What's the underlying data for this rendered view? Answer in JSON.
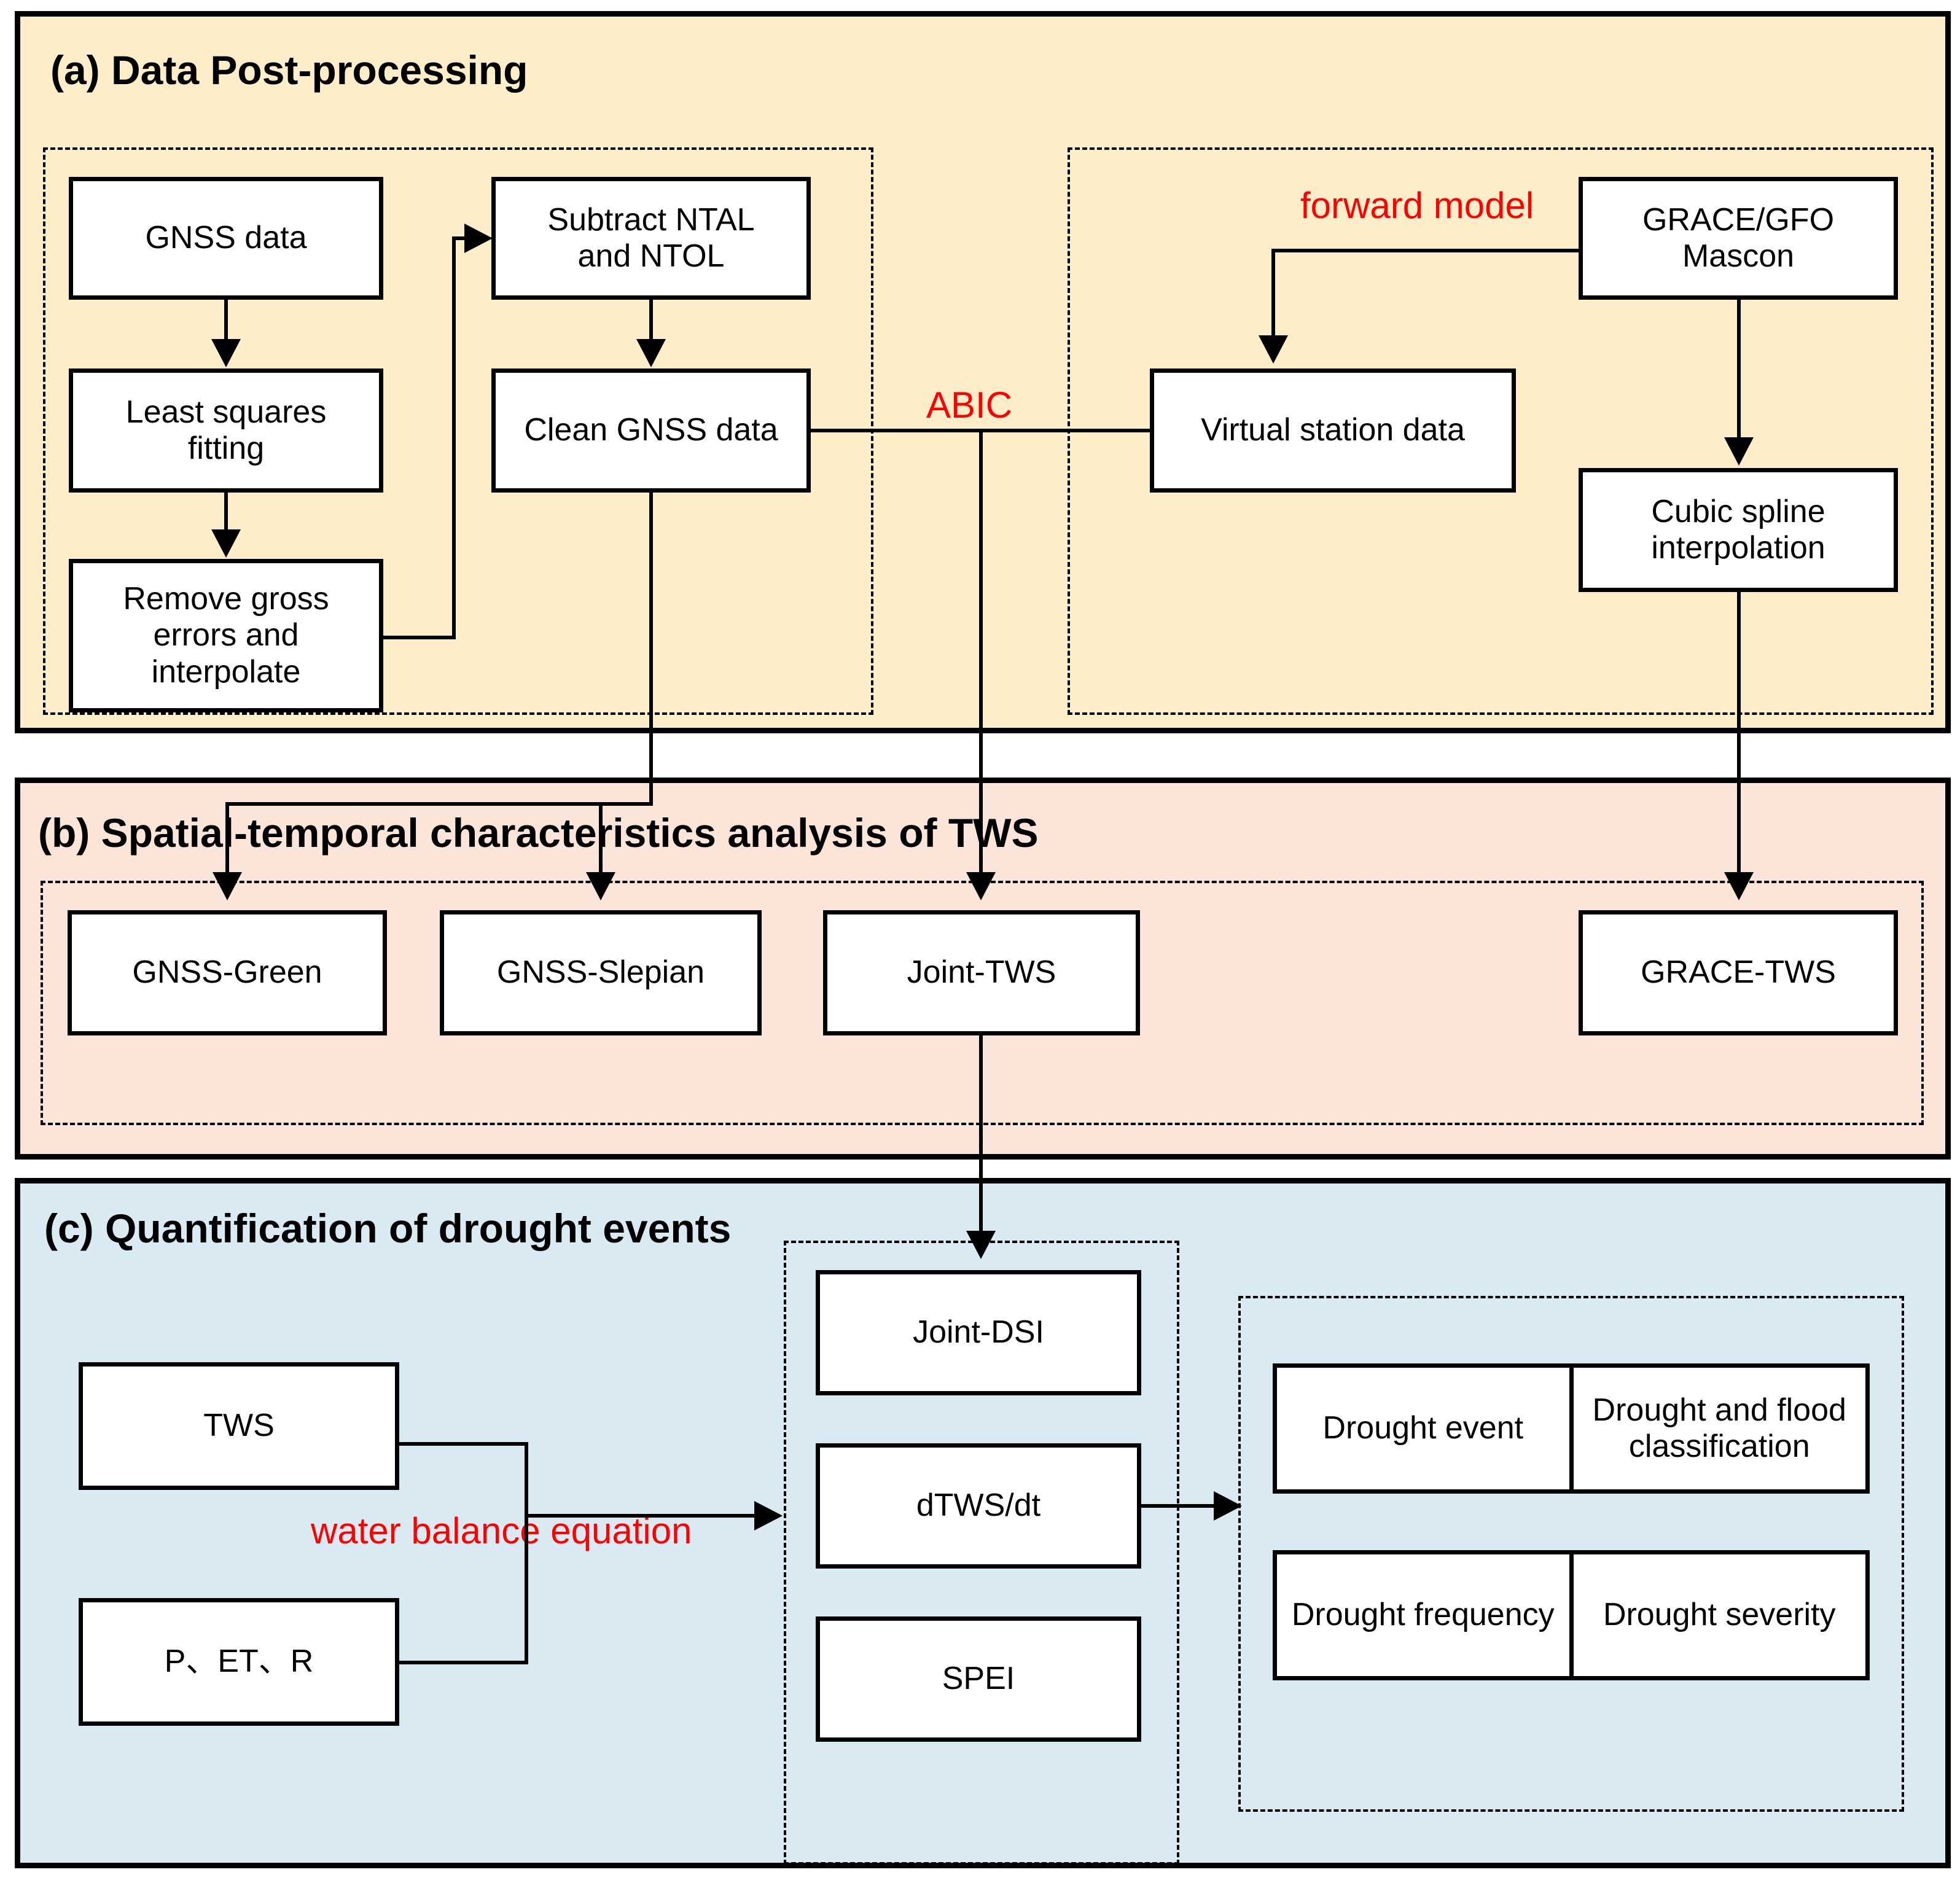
{
  "figure": {
    "kind": "flowchart",
    "panels": [
      {
        "id": "a",
        "title": "(a) Data Post-processing",
        "fill": "#fdedc9",
        "nodes": [
          "GNSS data",
          "Subtract NTAL and NTOL",
          "Least squares fitting",
          "Clean GNSS data",
          "Remove gross errors and interpolate",
          "GRACE/GFO Mascon",
          "Virtual station data",
          "Cubic spline interpolation"
        ],
        "edge_labels": [
          "forward model",
          "ABIC"
        ]
      },
      {
        "id": "b",
        "title": "(b) Spatial-temporal characteristics analysis of TWS",
        "fill": "#fbe5d8",
        "nodes": [
          "GNSS-Green",
          "GNSS-Slepian",
          "Joint-TWS",
          "GRACE-TWS"
        ],
        "edge_labels": []
      },
      {
        "id": "c",
        "title": "(c) Quantification of drought events",
        "fill": "#d9eaf2",
        "nodes": [
          "TWS",
          "P、ET、R",
          "Joint-DSI",
          "dTWS/dt",
          "SPEI",
          "Drought event",
          "Drought and flood classification",
          "Drought frequency",
          "Drought severity"
        ],
        "edge_labels": [
          "water balance equation"
        ]
      }
    ]
  },
  "panel_a": {
    "title": "(a) Data Post-processing",
    "boxes": {
      "gnss_data": "GNSS data",
      "subtract_ntal_ntol": "Subtract NTAL\nand NTOL",
      "least_squares_fitting": "Least squares\nfitting",
      "clean_gnss_data": "Clean GNSS data",
      "remove_gross_errors": "Remove gross\nerrors and\ninterpolate",
      "grace_gfo_mascon": "GRACE/GFO\nMascon",
      "virtual_station_data": "Virtual station data",
      "cubic_spline_interpolation": "Cubic spline\ninterpolation"
    },
    "labels": {
      "forward_model": "forward model",
      "abic": "ABIC"
    }
  },
  "panel_b": {
    "title": "(b) Spatial-temporal characteristics analysis of TWS",
    "boxes": {
      "gnss_green": "GNSS-Green",
      "gnss_slepian": "GNSS-Slepian",
      "joint_tws": "Joint-TWS",
      "grace_tws": "GRACE-TWS"
    }
  },
  "panel_c": {
    "title": "(c) Quantification of drought events",
    "boxes": {
      "tws": "TWS",
      "p_et_r": "P、ET、R",
      "joint_dsi": "Joint-DSI",
      "dtws_dt": "dTWS/dt",
      "spei": "SPEI"
    },
    "results_table": {
      "row1": [
        "Drought event",
        "Drought and flood\nclassification"
      ],
      "row2": [
        "Drought frequency",
        "Drought severity"
      ]
    },
    "labels": {
      "water_balance_equation": "water balance equation"
    }
  },
  "colors": {
    "panel_a_fill": "#fdedc9",
    "panel_b_fill": "#fbe5d8",
    "panel_c_fill": "#d9eaf2",
    "node_fill": "#ffffff",
    "stroke": "#000000",
    "accent_red": "#ff0000"
  }
}
